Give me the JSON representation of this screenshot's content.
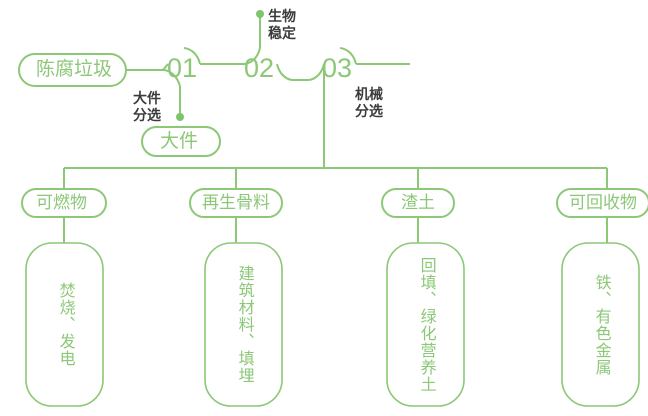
{
  "diagram": {
    "type": "process-flow",
    "theme": {
      "accent": "#8cc878",
      "text_dark": "#3b3b3b",
      "background": "#ffffff"
    },
    "input": {
      "label": "陈腐垃圾"
    },
    "steps": [
      {
        "number": "01",
        "caption": "大件\n分选",
        "caption_position": "below-left",
        "output": {
          "label": "大件",
          "direction": "down"
        }
      },
      {
        "number": "02",
        "caption": "生物\n稳定",
        "caption_position": "above-right",
        "output": null
      },
      {
        "number": "03",
        "caption": "机械\n分选",
        "caption_position": "below-right",
        "output": null
      }
    ],
    "outputs": [
      {
        "category": "可燃物",
        "destination": "焚烧、发电"
      },
      {
        "category": "再生骨料",
        "destination": "建筑材料、填埋"
      },
      {
        "category": "渣土",
        "destination": "回填、绿化营养土"
      },
      {
        "category": "可回收物",
        "destination": "铁、有色金属"
      }
    ]
  }
}
